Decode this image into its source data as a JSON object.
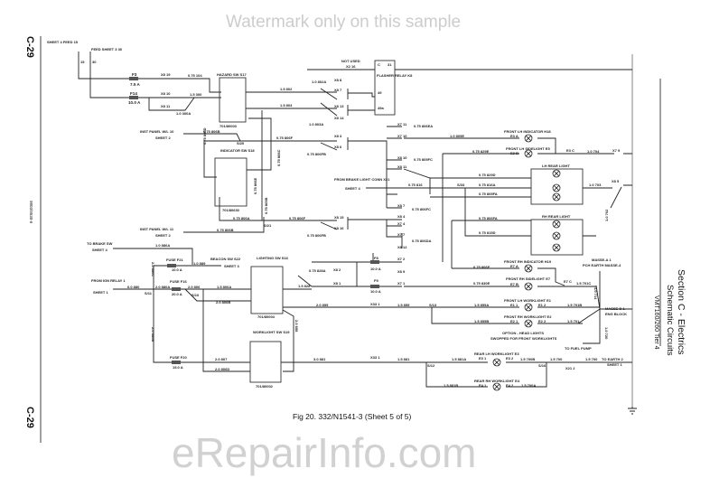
{
  "page": {
    "page_number_top": "C-29",
    "page_number_bottom": "C-29",
    "doc_code": "9803/9530-6",
    "section_title": "Section C - Electrics",
    "section_subtitle": "Schematic Circuits",
    "model": "VMT160/260 Tier 4",
    "caption": "Fig 20. 332/N1541-3 (Sheet 5 of 5)"
  },
  "watermark": {
    "brand": "eRepairInfo.com",
    "notice": "Watermark only on this sample"
  },
  "labels": {
    "feed15": "SHEET 4 FEED 15",
    "feed30": "FEED SHEET 3 30",
    "w15": "15",
    "w30": "30",
    "f3": "F3",
    "f3a": "7.5 A",
    "f14": "F14",
    "f14a": "10.0 A",
    "x8_19": "X8 19",
    "x8_10a": "X8 10",
    "x8_11a": "X8 11",
    "w104": "0.75 104",
    "w300": "1.5 300",
    "w300a": "1.0 300A",
    "hazard": "HAZARD SW S17",
    "hazard_pn": "701/80003",
    "w802": "1.5 802",
    "w803": "1.5 803",
    "w802a": "1.0 802A",
    "w803a": "1.0 803A",
    "x8_8": "X8 8",
    "x8_7a": "X8 7",
    "x8_13": "X8 13",
    "x8_14": "X8 14",
    "notused": "NOT USED",
    "x2_16": "X2 16",
    "flasher": "FLASHER RELAY K8",
    "fl_c": "C",
    "fl_31": "31",
    "fl_49": "49",
    "fl_49a": "49a",
    "instpanel10": "INST PANEL W/L 10",
    "sheet2a": "SHEET 2",
    "w806b": "0.75 806B",
    "s20": "S/20",
    "w806f": "0.75 806F",
    "x8_3": "X8 3",
    "x8_6": "X8 6",
    "w806fb": "0.75 806FB",
    "indicator": "INDICATOR SW S18",
    "indicator_pn": "701/80630",
    "w806a": "0.75 806A",
    "w806f2": "0.75 806F",
    "x8_15": "X8 15",
    "x8_16": "X8 16",
    "w806fb2": "0.75 806FB",
    "instpanel11": "INST PANEL W/L 11",
    "sheet2b": "SHEET 2",
    "w806b2": "0.75 806B",
    "s21": "S/21",
    "v806d": "0.75 806D",
    "v806c": "0.75 806C",
    "v805b": "0.75 805B",
    "v806e": "0.75 806E",
    "x7_11": "X7 11",
    "x7_10": "X7 10",
    "w806ea": "0.75 806EA",
    "w805e": "1.0 805E",
    "h18": "FRONT LH INDICATOR H18",
    "e3a": "E3 A",
    "e5": "FRONT LH SIDELIGHT E5",
    "e3b": "E3 B",
    "w829e": "0.75 829E",
    "e3c": "E3 C",
    "w704": "1.0 704",
    "x7_9": "X7 9",
    "x8_10b": "X8 10",
    "x8_11b": "X8 11",
    "w805fc": "0.75 805FC",
    "lhrear": "LH REAR LIGHT",
    "w829d": "0.75 829D",
    "w816a": "0.75 816A",
    "w805fa": "0.75 805FA",
    "brake": "FROM BRAKE LIGHT CONN X21",
    "sheet4a": "SHEET 4",
    "w816": "0.75 816",
    "s33": "S/33",
    "w703": "1.0 703",
    "x8_5": "X8 5",
    "v702": "1.0 702",
    "x8_7b": "X8 7",
    "x8_4": "X8 4",
    "x7_4": "X7 4",
    "x7_7": "X7 7",
    "w806fc": "0.75 806FC",
    "w806da": "0.75 806DA",
    "rhrear": "RH REAR LIGHT",
    "w806fa": "0.75 806FA",
    "w815d": "0.75 815D",
    "x8_12": "X8 12",
    "x7_2": "X7 2",
    "x8_9": "X8 9",
    "x7_1": "X7 1",
    "f8": "F8",
    "f8a": "10.0 A",
    "f9": "F9",
    "f9a": "10.0 A",
    "h19": "FRONT RH INDICATOR H19",
    "e7a": "E7 A",
    "w806e": "0.75 806E",
    "e7": "FRONT RH SIDELIGHT E7",
    "e7b": "E7 B",
    "w830e": "0.75 830E",
    "e7c": "E7 C",
    "w701c": "1.5 701C",
    "massea": "MASSE-A 1",
    "pch": "PCH EARTH MASSE-4",
    "v714": "4.0 714",
    "x33_1a": "X33 1",
    "w855": "1.5 855",
    "s13": "S/13",
    "w855a": "1.5 855A",
    "e1": "FRONT LH WORKLIGHT E1",
    "e1_1": "E1 1",
    "e1_2": "E1 2",
    "w701b": "1.5 701B",
    "e2": "FRONT RH WORKLIGHT E2",
    "e2_1": "E2 1",
    "e2_2": "E2 2",
    "w855b": "1.5 855B",
    "w701": "1.5 701",
    "massed": "MASSE-D 1",
    "engblock": "ENG BLOCK",
    "option1": "OPTION - HEAD LIGHTS",
    "option2": "SWOPPED FOR FRONT WORKLIGHTS",
    "v720": "1.0 720",
    "fuelpump": "TO FUEL PUMP",
    "x33_1b": "X33 1",
    "w881": "1.5 881",
    "s12": "S/12",
    "w881a": "1.5 881A",
    "e3": "REAR LH WORKLIGHT E3",
    "e3_1": "E3 1",
    "e3_2": "E3 2",
    "w700b": "1.5 700B",
    "s16": "S/16",
    "w700": "1.5 700",
    "x21_2": "X21 2",
    "w700c": "1.5 700",
    "earth2": "TO EARTH 2",
    "sheet1c": "SHEET 1",
    "e4": "REAR RH WORKLIGHT E4",
    "e4_1": "E4 1",
    "e4_2": "E4 2",
    "w881b": "1.5 881B",
    "w700a": "1.5 700A",
    "tobrake": "TO BRAKE SW",
    "sheet4b": "SHEET 4",
    "w886a": "1.0 886A",
    "f21": "FUSE F21",
    "f21a": "10.0 A",
    "w889": "1.0 889",
    "beacon": "BEACON SW S22",
    "sheet3": "SHEET 3",
    "v880c": "2.0 880C",
    "v880b": "2.0 880B",
    "ign": "FROM IGN RELAY 1",
    "sheet1a": "SHEET 1",
    "w880": "6.0 880",
    "s11": "S/11",
    "w880a": "2.0 880A",
    "f16": "FUSE F16",
    "f16a": "20.0 A",
    "w806": "2.0 806",
    "s10": "S/10",
    "w806a15": "1.5 806A",
    "w806b20": "2.0 806B",
    "lighting": "LIGHTING SW S16",
    "lighting_pn": "701/80004",
    "w828a": "0.75 828A",
    "x8_2": "X8 2",
    "w828": "1.5 828",
    "x8_1": "X8 1",
    "w855_2": "2.0 855",
    "v858": "2.0 858",
    "worklight": "WORKLIGHT SW S19",
    "worklight_pn": "701/80002",
    "f20": "FUSE F20",
    "f20a": "15.0 A",
    "w807": "2.0 807",
    "w881_3": "3.0 881",
    "w806d": "2.0 806D"
  }
}
